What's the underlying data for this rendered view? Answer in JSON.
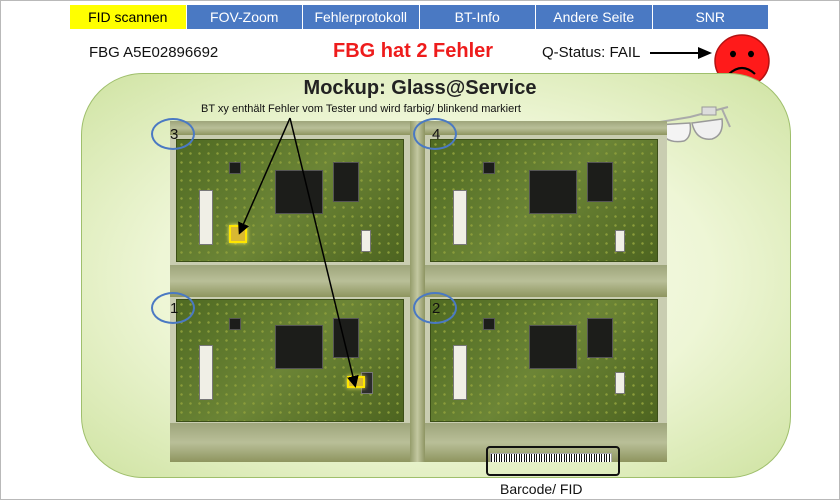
{
  "tabs": [
    {
      "label": "FID scannen",
      "active": true
    },
    {
      "label": "FOV-Zoom",
      "active": false
    },
    {
      "label": "Fehlerprotokoll",
      "active": false
    },
    {
      "label": "BT-Info",
      "active": false
    },
    {
      "label": "Andere Seite",
      "active": false
    },
    {
      "label": "SNR",
      "active": false
    }
  ],
  "header": {
    "fbg_id": "FBG A5E02896692",
    "error_summary": "FBG hat 2 Fehler",
    "q_status": "Q-Status: FAIL"
  },
  "panel": {
    "title": "Mockup: Glass@Service",
    "annotation": "BT xy enthält Fehler vom  Tester und wird farbig/ blinkend markiert",
    "markers": [
      "3",
      "4",
      "1",
      "2"
    ],
    "barcode_label": "Barcode/ FID"
  },
  "colors": {
    "tab_blue": "#4a79c3",
    "tab_active": "#ffff00",
    "error_red": "#ee1c1c",
    "face_red": "#ff1a1a",
    "panel_green": "#cfe3a2",
    "marker_outline": "#4a79c3"
  },
  "icons": [
    "arrow-right-icon",
    "sad-face-icon",
    "smart-glasses-icon"
  ]
}
